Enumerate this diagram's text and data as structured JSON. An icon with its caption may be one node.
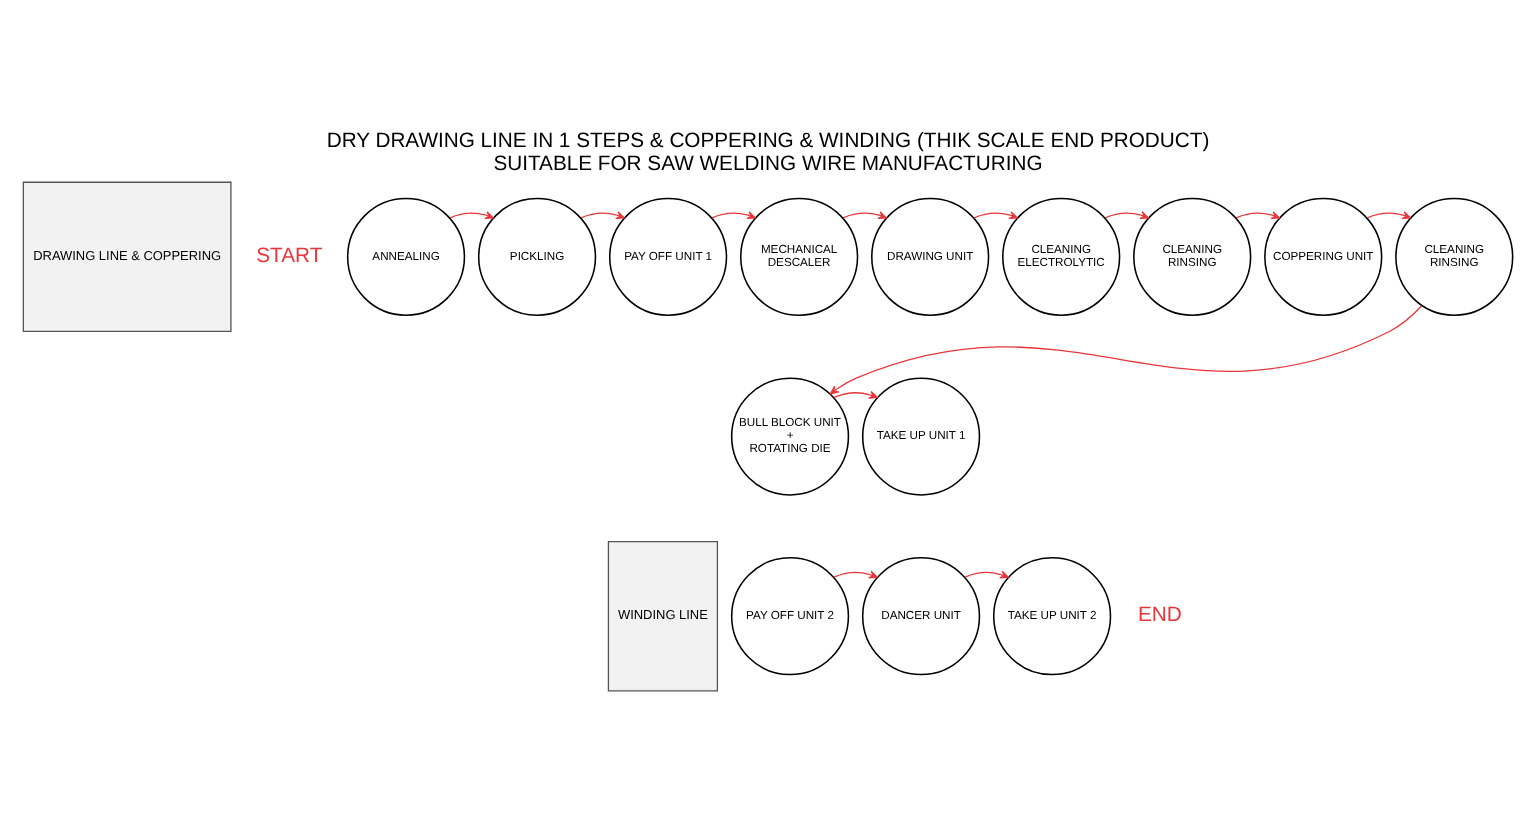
{
  "diagram": {
    "title": "DRY DRAWING LINE IN 1 STEPS & COPPERING & WINDING (THIK SCALE END PRODUCT)",
    "caption": "SUITABLE FOR SAW WELDING WIRE MANUFACTURING",
    "nodes": [
      {
        "text": [
          "DRAWING LINE & COPPERING"
        ]
      },
      {
        "text": [
          "WINDING LINE"
        ]
      },
      {
        "text": [
          "ANNEALING"
        ]
      },
      {
        "text": [
          "PICKLING"
        ]
      },
      {
        "text": [
          "PAY OFF UNIT 1"
        ]
      },
      {
        "text": [
          "MECHANICAL",
          "DESCALER"
        ]
      },
      {
        "text": [
          "DRAWING UNIT"
        ]
      },
      {
        "text": [
          "CLEANING",
          "ELECTROLYTIC"
        ]
      },
      {
        "text": [
          "CLEANING",
          "RINSING"
        ]
      },
      {
        "text": [
          "COPPERING UNIT"
        ]
      },
      {
        "text": [
          "CLEANING",
          "RINSING"
        ]
      },
      {
        "text": [
          "BULL BLOCK UNIT",
          "+",
          "ROTATING DIE"
        ]
      },
      {
        "text": [
          "TAKE UP UNIT 1"
        ]
      },
      {
        "text": [
          "PAY OFF UNIT 2"
        ]
      },
      {
        "text": [
          "DANCER UNIT"
        ]
      },
      {
        "text": [
          "TAKE UP UNIT 2"
        ]
      }
    ],
    "edges": [
      {
        "from": 2,
        "to": 3,
        "arrow": "to"
      },
      {
        "from": 3,
        "to": 4,
        "arrow": "to"
      },
      {
        "from": 4,
        "to": 5,
        "arrow": "to"
      },
      {
        "from": 5,
        "to": 6,
        "arrow": "to"
      },
      {
        "from": 6,
        "to": 7,
        "arrow": "to"
      },
      {
        "from": 7,
        "to": 8,
        "arrow": "to"
      },
      {
        "from": 8,
        "to": 9,
        "arrow": "to"
      },
      {
        "from": 9,
        "to": 10,
        "arrow": "to"
      },
      {
        "from": 10,
        "to": 11,
        "arrow": "to"
      },
      {
        "from": 11,
        "to": 12,
        "arrow": "to"
      },
      {
        "from": 13,
        "to": 14,
        "arrow": "to"
      },
      {
        "from": 14,
        "to": 15,
        "arrow": "to"
      }
    ],
    "labels": [
      "START",
      "END"
    ]
  }
}
